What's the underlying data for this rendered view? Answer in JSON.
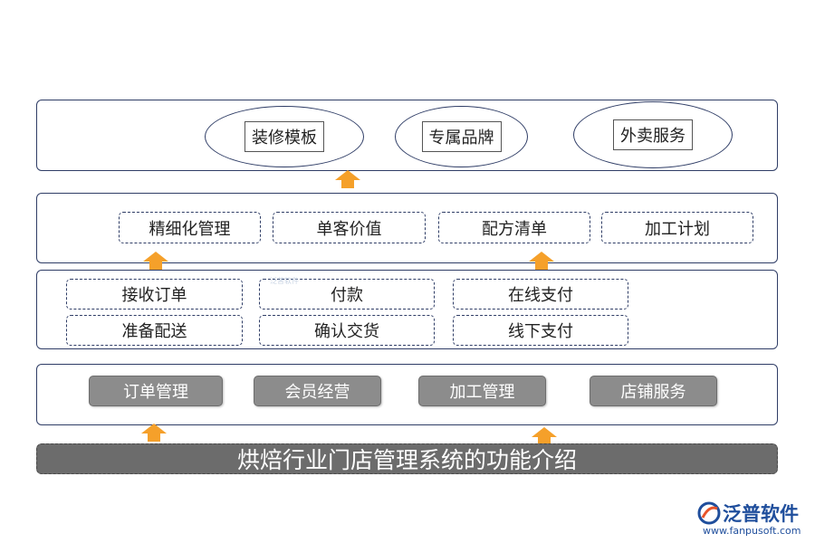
{
  "top_layer": {
    "ovals": [
      "装修模板",
      "专属品牌",
      "外卖服务"
    ]
  },
  "layer2": {
    "items": [
      "精细化管理",
      "单客价值",
      "配方清单",
      "加工计划"
    ]
  },
  "layer3": {
    "items": [
      "接收订单",
      "付款",
      "在线支付",
      "准备配送",
      "确认交货",
      "线下支付"
    ]
  },
  "layer4": {
    "items": [
      "订单管理",
      "会员经营",
      "加工管理",
      "店铺服务"
    ]
  },
  "title_bar": "烘焙行业门店管理系统的功能介绍",
  "logo": {
    "name": "泛普软件",
    "url": "www.fanpusoft.com"
  },
  "watermark": "泛普软件",
  "colors": {
    "border": "#2f3d66",
    "arrow": "#f5a02a",
    "gray_box": "#8c8c8c",
    "title_bar": "#6c6c6c",
    "brand": "#1f4e9c"
  }
}
